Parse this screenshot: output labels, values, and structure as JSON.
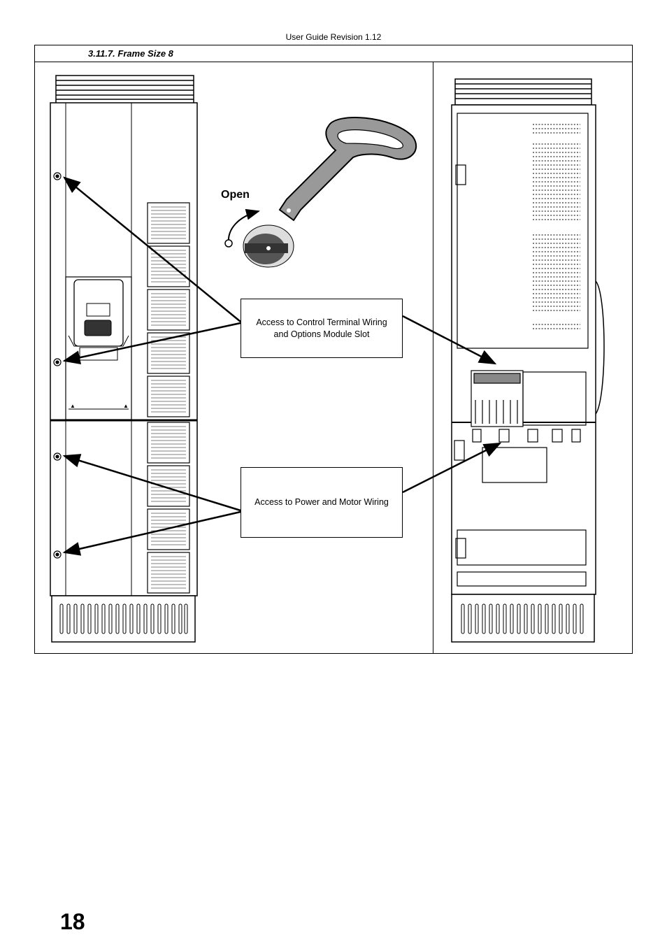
{
  "header": {
    "text": "User Guide Revision 1.12"
  },
  "section": {
    "title": "3.11.7. Frame Size 8"
  },
  "figure": {
    "open_label": "Open",
    "callouts": {
      "control_wiring": "Access to Control Terminal Wiring and Options Module Slot",
      "power_wiring": "Access to Power and Motor Wiring"
    }
  },
  "footer": {
    "page_number": "18"
  }
}
